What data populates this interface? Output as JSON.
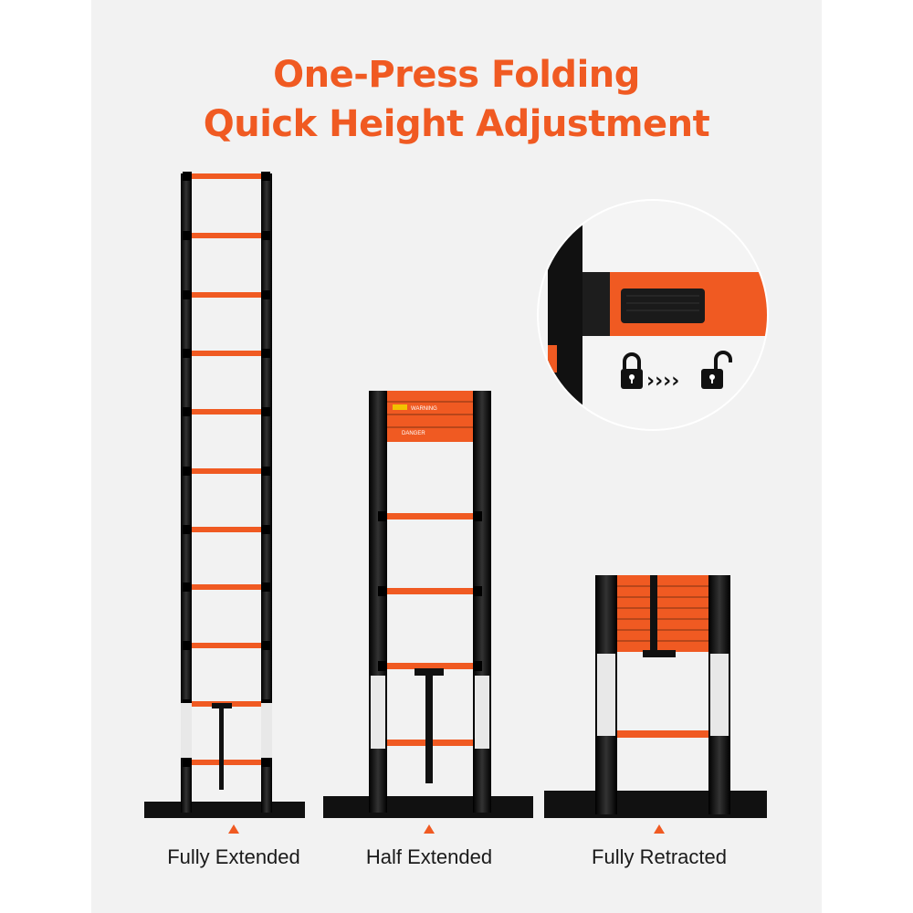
{
  "colors": {
    "accent": "#f05a22",
    "rail": "#111111",
    "rung": "#f05a22",
    "background": "#f2f2f2"
  },
  "headline": {
    "line1": "One-Press Folding",
    "line2": "Quick Height Adjustment"
  },
  "states": [
    {
      "label": "Fully Extended"
    },
    {
      "label": "Half Extended"
    },
    {
      "label": "Fully Retracted"
    }
  ],
  "detail": {
    "icons": [
      "lock-closed-icon",
      "arrows-right-icon",
      "lock-open-icon"
    ],
    "arrow_glyphs": "››››"
  },
  "labels": {
    "warning": "WARNING",
    "danger": "DANGER"
  }
}
